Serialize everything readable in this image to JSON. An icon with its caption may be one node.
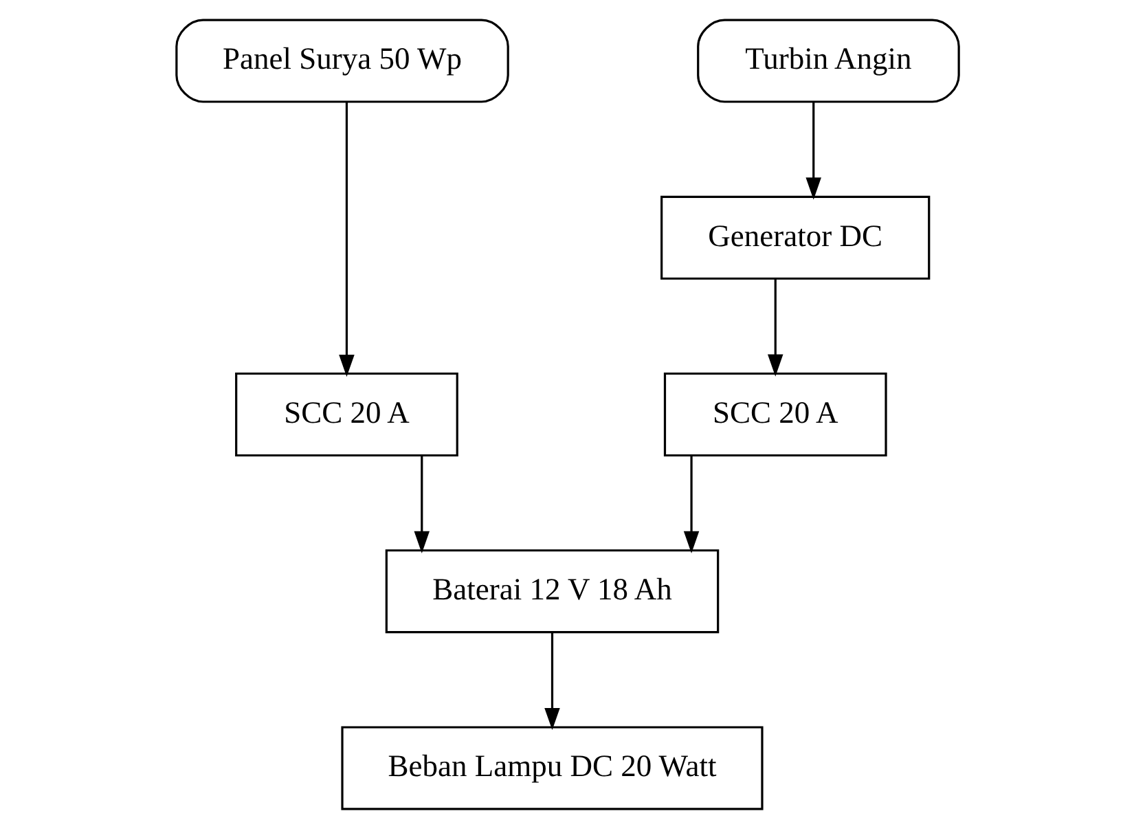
{
  "diagram": {
    "nodes": [
      {
        "text": [
          "Panel Surya 50 Wp"
        ]
      },
      {
        "text": [
          "Turbin Angin"
        ]
      },
      {
        "text": [
          "Generator DC"
        ]
      },
      {
        "text": [
          "SCC 20 A"
        ]
      },
      {
        "text": [
          "SCC 20 A"
        ]
      },
      {
        "text": [
          "Baterai 12 V 18 Ah"
        ]
      },
      {
        "text": [
          "Beban Lampu DC 20 Watt"
        ]
      }
    ],
    "edges": [
      {
        "from": 0,
        "to": 3,
        "arrow": "to"
      },
      {
        "from": 1,
        "to": 2,
        "arrow": "to"
      },
      {
        "from": 2,
        "to": 4,
        "arrow": "to"
      },
      {
        "from": 3,
        "to": 5,
        "arrow": "to"
      },
      {
        "from": 4,
        "to": 5,
        "arrow": "to"
      },
      {
        "from": 5,
        "to": 6,
        "arrow": "to"
      }
    ]
  }
}
